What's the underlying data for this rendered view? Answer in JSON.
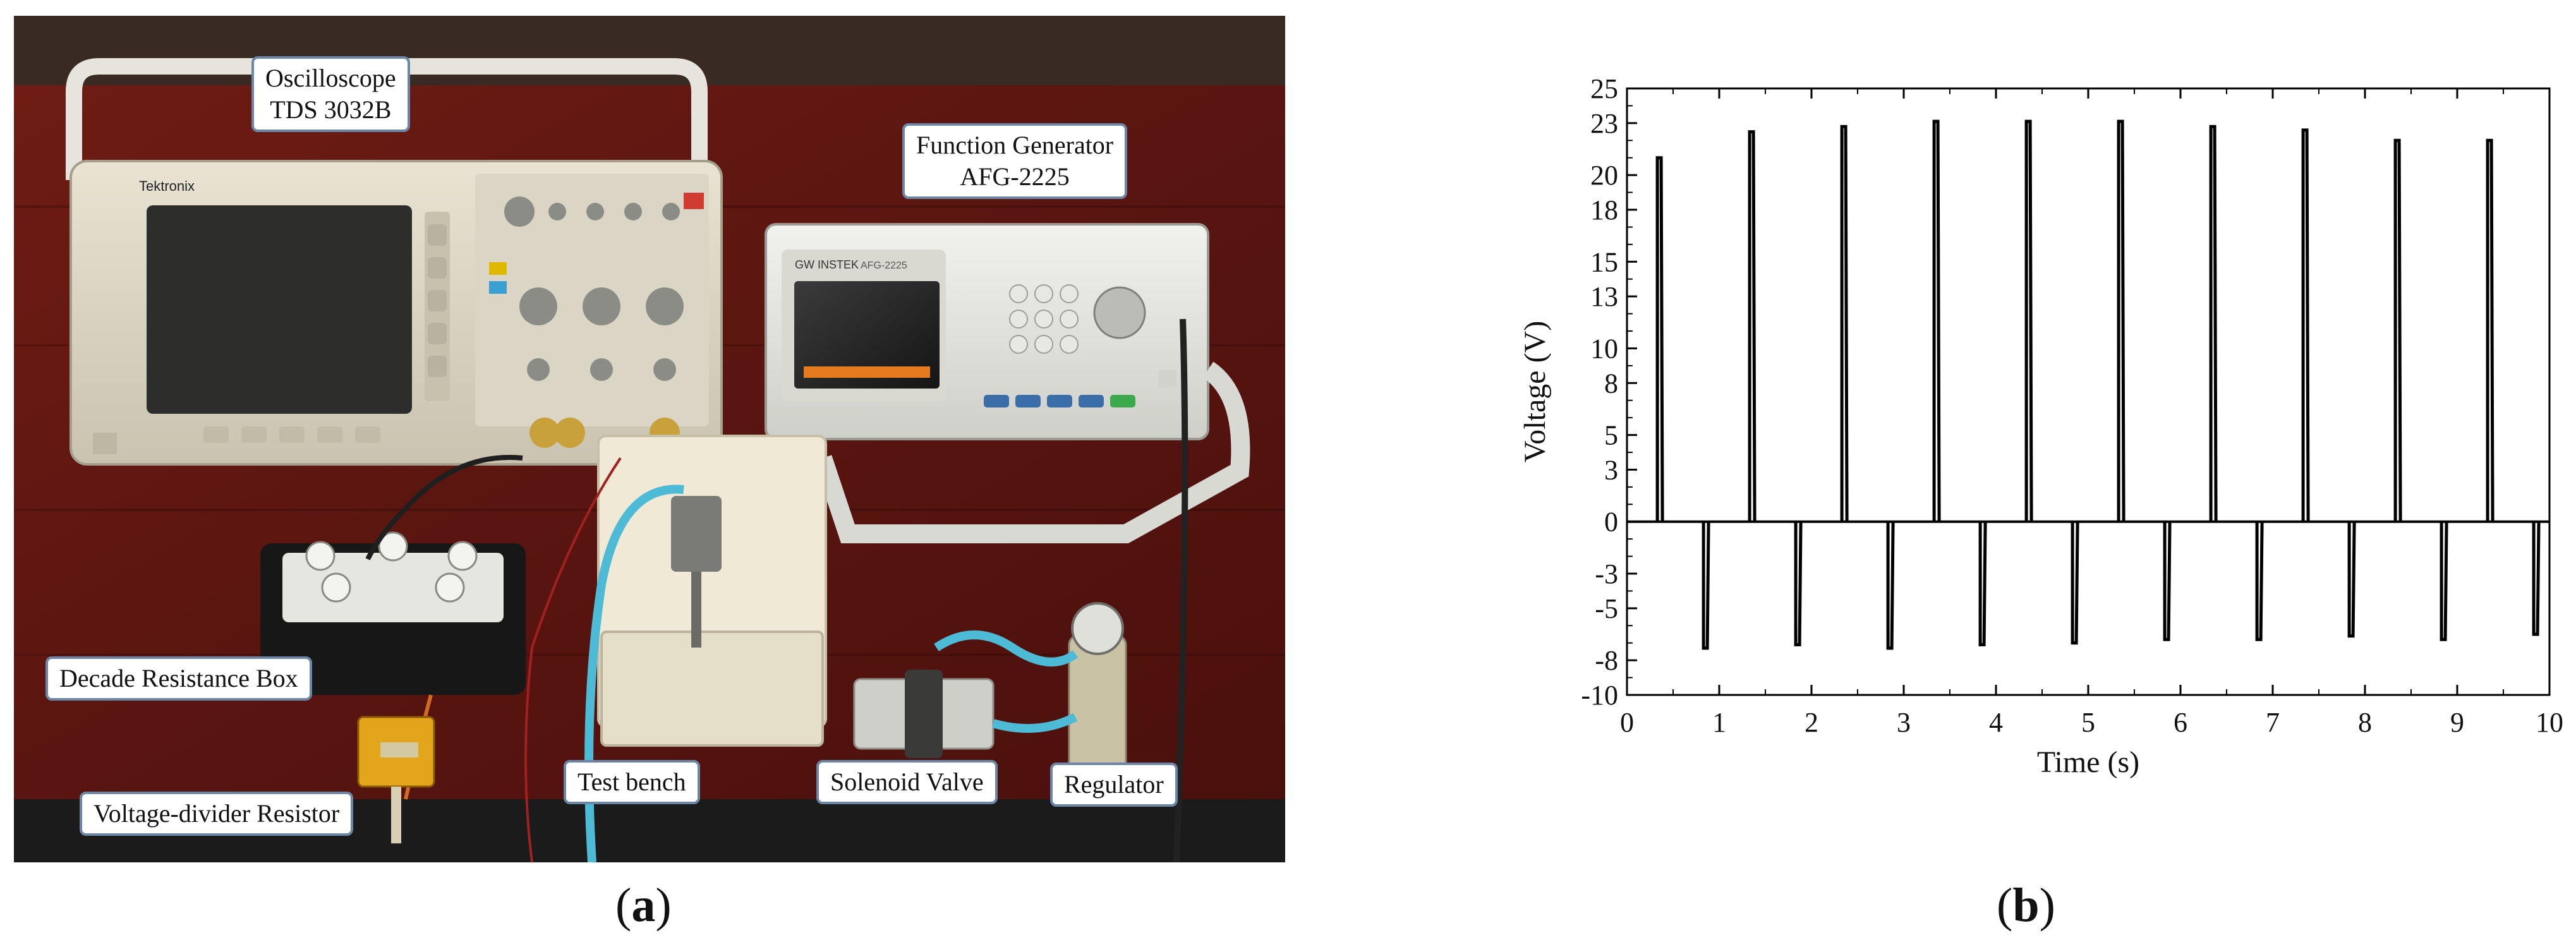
{
  "figure": {
    "label_a": {
      "open": "(",
      "letter": "a",
      "close": ")"
    },
    "label_b": {
      "open": "(",
      "letter": "b",
      "close": ")"
    }
  },
  "photo": {
    "callouts": {
      "oscilloscope": [
        "Oscilloscope",
        "TDS 3032B"
      ],
      "function_generator": [
        "Function Generator",
        "AFG-2225"
      ],
      "decade_resistance_box": "Decade Resistance Box",
      "voltage_divider_resistor": "Voltage-divider Resistor",
      "test_bench": "Test bench",
      "solenoid_valve": "Solenoid Valve",
      "regulator": "Regulator"
    },
    "device_labels": {
      "scope_brand": "Tektronix",
      "generator_brand": "GW INSTEK",
      "generator_model": "AFG-2225"
    }
  },
  "chart_data": {
    "type": "line",
    "xlabel": "Time (s)",
    "ylabel": "Voltage (V)",
    "xlim": [
      0,
      10
    ],
    "ylim": [
      -10,
      25
    ],
    "x_ticks": [
      0,
      1,
      2,
      3,
      4,
      5,
      6,
      7,
      8,
      9,
      10
    ],
    "y_ticks": [
      -10,
      -8,
      -5,
      -3,
      0,
      3,
      5,
      8,
      10,
      13,
      15,
      18,
      20,
      23,
      25
    ],
    "grid": false,
    "series": [
      {
        "color": "#000000",
        "positive_spikes": [
          {
            "t": 0.35,
            "v": 21.0
          },
          {
            "t": 1.35,
            "v": 22.5
          },
          {
            "t": 2.35,
            "v": 22.8
          },
          {
            "t": 3.35,
            "v": 23.1
          },
          {
            "t": 4.35,
            "v": 23.1
          },
          {
            "t": 5.35,
            "v": 23.1
          },
          {
            "t": 6.35,
            "v": 22.8
          },
          {
            "t": 7.35,
            "v": 22.6
          },
          {
            "t": 8.35,
            "v": 22.0
          },
          {
            "t": 9.35,
            "v": 22.0
          }
        ],
        "negative_spikes": [
          {
            "t": 0.85,
            "v": -7.3
          },
          {
            "t": 1.85,
            "v": -7.1
          },
          {
            "t": 2.85,
            "v": -7.3
          },
          {
            "t": 3.85,
            "v": -7.1
          },
          {
            "t": 4.85,
            "v": -7.0
          },
          {
            "t": 5.85,
            "v": -6.8
          },
          {
            "t": 6.85,
            "v": -6.8
          },
          {
            "t": 7.85,
            "v": -6.6
          },
          {
            "t": 8.85,
            "v": -6.8
          },
          {
            "t": 9.85,
            "v": -6.5
          }
        ]
      }
    ]
  }
}
